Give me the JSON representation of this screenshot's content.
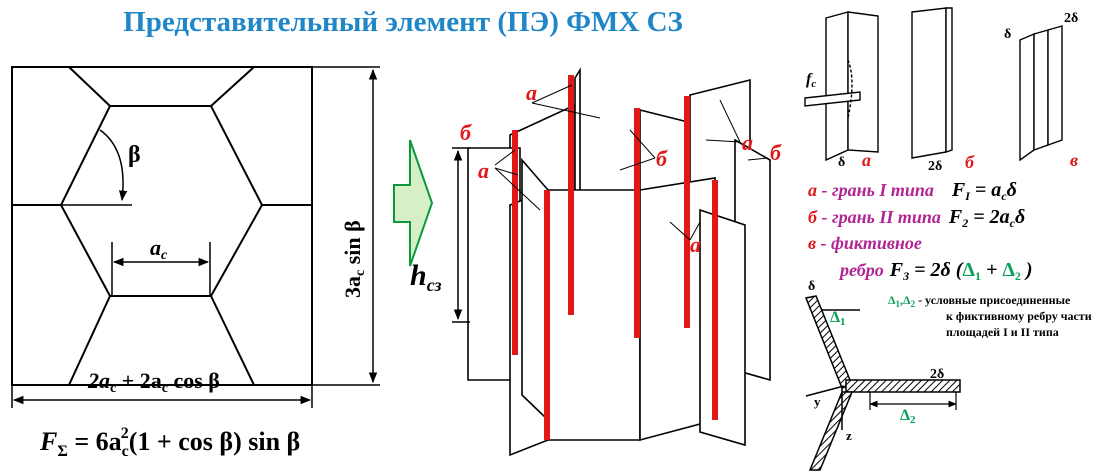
{
  "title": "Представительный элемент (ПЭ) ФМХ СЗ",
  "hex": {
    "beta": "β",
    "ac_base": "a",
    "ac_sub": "c",
    "height_label": "3a",
    "height_sub": "c",
    "height_rest": " sin β",
    "width_label": "2a",
    "width_sub": "c",
    "width_mid": " + 2a",
    "width_sub2": "c",
    "width_rest": " cos β",
    "area_F": "F",
    "area_sub": "Σ",
    "area_eq": " = 6a",
    "area_sub2": "c",
    "area_sup": "2",
    "area_rest": "(1 + cos β) sin β"
  },
  "prism": {
    "h_label": "h",
    "h_sub": "сз",
    "label_a": "а",
    "label_b": "б"
  },
  "sketches": {
    "f_label": "f",
    "f_sub": "с",
    "delta": "δ",
    "two_delta": "2δ",
    "lab_a": "а",
    "lab_b": "б",
    "lab_v": "в"
  },
  "legend": {
    "a_key": "а",
    "a_text": " - грань I типа",
    "a_formula": "F",
    "a_fsub": "I",
    "a_frest": " = a",
    "a_fsub2": "c",
    "a_fend": "δ",
    "b_key": "б",
    "b_text": " - грань II типа",
    "b_formula": "F",
    "b_fsub": "2",
    "b_frest": " = 2a",
    "b_fsub2": "c",
    "b_fend": "δ",
    "v_key": "в",
    "v_text": " - фиктивное",
    "v_text2": "ребро",
    "v_formula": "F",
    "v_fsub": "3",
    "v_frest": " = 2δ (",
    "v_d1": "Δ",
    "v_d1sub": "1",
    "v_plus": " + ",
    "v_d2": "Δ",
    "v_d2sub": "2",
    "v_close": " )"
  },
  "detail": {
    "delta_top": "δ",
    "d1": "Δ",
    "d1sub": "1",
    "d2": "Δ",
    "d2sub": "2",
    "two_delta": "2δ",
    "y": "y",
    "z": "z",
    "note_keys": "Δ",
    "note_keys_sub1": "1",
    "note_keys_mid": ",Δ",
    "note_keys_sub2": "2",
    "note_line1": " - условные присоединенные",
    "note_line2": "к фиктивному ребру части",
    "note_line3": "площадей  I и II типа"
  }
}
